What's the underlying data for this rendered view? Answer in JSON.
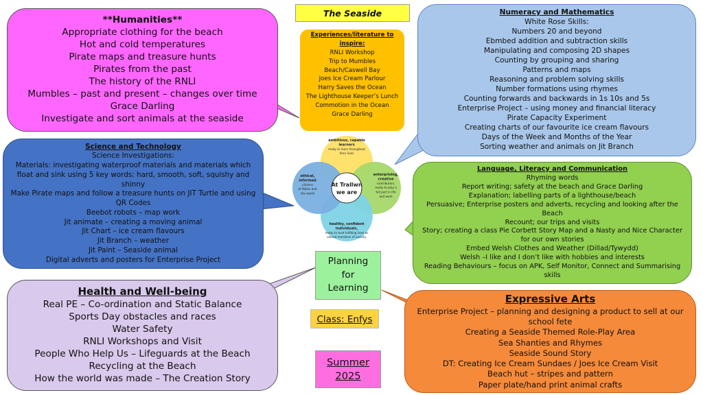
{
  "header": {
    "title": "The Seaside"
  },
  "experiences": {
    "title": "Experiences/literature to inspire:",
    "items": [
      "RNLI Workshop",
      "Trip to Mumbles",
      "Beach/Caswell Bay",
      "Joes Ice Cream Parlour",
      "Harry Saves the Ocean",
      "The Lighthouse Keeper’s Lunch",
      "Commotion in the Ocean",
      "Grace Darling"
    ]
  },
  "humanities": {
    "title": "**Humanities**",
    "lines": [
      "Appropriate clothing for the beach",
      "Hot and cold temperatures",
      "Pirate maps and treasure hunts",
      "Pirates from the past",
      "The history of the RNLI",
      "Mumbles – past and present – changes over time",
      "Grace Darling",
      "Investigate and sort animals at the seaside"
    ]
  },
  "science": {
    "title": "Science and Technology",
    "lines": [
      "Science Investigations:",
      "Materials: investigating waterproof materials and materials which float and sink using 5 key words: hard, smooth, soft, squishy and shinny",
      "Make Pirate maps and follow a treasure hunts on JIT Turtle and using QR Codes",
      "Beebot robots – map work",
      "Jit animate – creating a moving animal",
      "Jit Chart – ice cream flavours",
      "Jit Branch – weather",
      "Jit Paint – Seaside animal",
      "Digital adverts and posters for Enterprise Project"
    ]
  },
  "health": {
    "title": "Health and Well-being",
    "lines": [
      "Real PE – Co-ordination and Static Balance",
      "Sports Day obstacles and races",
      "Water Safety",
      "RNLI Workshops and Visit",
      "People Who Help Us – Lifeguards at the Beach",
      "Recycling at the Beach",
      "How the world was made – The Creation Story"
    ]
  },
  "numeracy": {
    "title": "Numeracy and Mathematics",
    "lines": [
      "White Rose Skills:",
      "Numbers 20 and beyond",
      "Ebmbed addition and subtraction skills",
      "Manipulating and composing 2D shapes",
      "Counting by grouping and sharing",
      "Patterns and maps",
      "Reasoning and problem solving skills",
      "Number formations using rhymes",
      "Counting forwards and backwards in 1s 10s and 5s",
      "Enterprise Project – using money and financial literacy",
      "Pirate Capacity Experiment",
      "Creating charts of our favourite ice cream flavours",
      "Days of the Week and Months of the Year",
      "Sorting weather and animals on Jit Branch"
    ]
  },
  "literacy": {
    "title": "Language, Literacy and Communication",
    "lines": [
      "Rhyming words",
      "Report writing; safety at the beach and Grace Darling",
      "Explanation; labelling parts of a lighthouse/beach",
      "Persuasive; Enterprise posters and adverts, recycling and looking after the Beach",
      "Recount; our trips and visits",
      "Story; creating a class Pie Corbett Story Map and a Nasty and Nice Character for our own stories",
      "Embed Welsh Clothes and Weather (Dillad/Tywydd)",
      "Welsh –I like and I don’t like with hobbies and interests",
      "Reading Behaviours – focus on APK, Self Monitor, Connect and Summarising skills"
    ]
  },
  "expressive": {
    "title": "Expressive Arts",
    "lines": [
      "Enterprise Project – planning and designing a product to sell at our school fete",
      "Creating a Seaside Themed Role-Play Area",
      "Sea Shanties and Rhymes",
      "Seaside Sound Story",
      "DT: Creating Ice Cream Sundaes / Joes Ice Cream Visit",
      "Beach hut – stripes and pattern",
      "Paper plate/hand print animal crafts"
    ]
  },
  "planning": {
    "lines": [
      "Planning",
      "for",
      "Learning"
    ]
  },
  "class_label": "Class: Enfys",
  "term": {
    "season": "Summer",
    "year": "2025"
  },
  "logo": {
    "center_lines": [
      "At Trallwn",
      "we are"
    ],
    "petals": [
      {
        "key": "top",
        "lines": [
          "ambitious, capable",
          "learners",
          "ready to learn throughout",
          "their lives"
        ],
        "color": "#ffe066"
      },
      {
        "key": "right",
        "lines": [
          "enterprising,",
          "creative",
          "contributors,",
          "ready to play a",
          "full part in life",
          "and work"
        ],
        "color": "#a6d86a"
      },
      {
        "key": "bottom",
        "lines": [
          "healthy, confident",
          "individuals,",
          "ready to lead fulfilling lives as",
          "valued members of society."
        ],
        "color": "#7fd3e6"
      },
      {
        "key": "left",
        "lines": [
          "ethical,",
          "informed",
          "citizens",
          "of Wales and",
          "the world"
        ],
        "color": "#7ab0e0"
      }
    ]
  },
  "colors": {
    "humanities": "#ff66ff",
    "science": "#4472c4",
    "health": "#d9c9ec",
    "numeracy": "#a9c7ea",
    "literacy": "#92d050",
    "expressive": "#f58a3a",
    "experiences": "#ffc000",
    "planning": "#9cf29c",
    "class": "#ffd23f",
    "summer": "#ff6ee0",
    "seaside": "#ffff44"
  }
}
